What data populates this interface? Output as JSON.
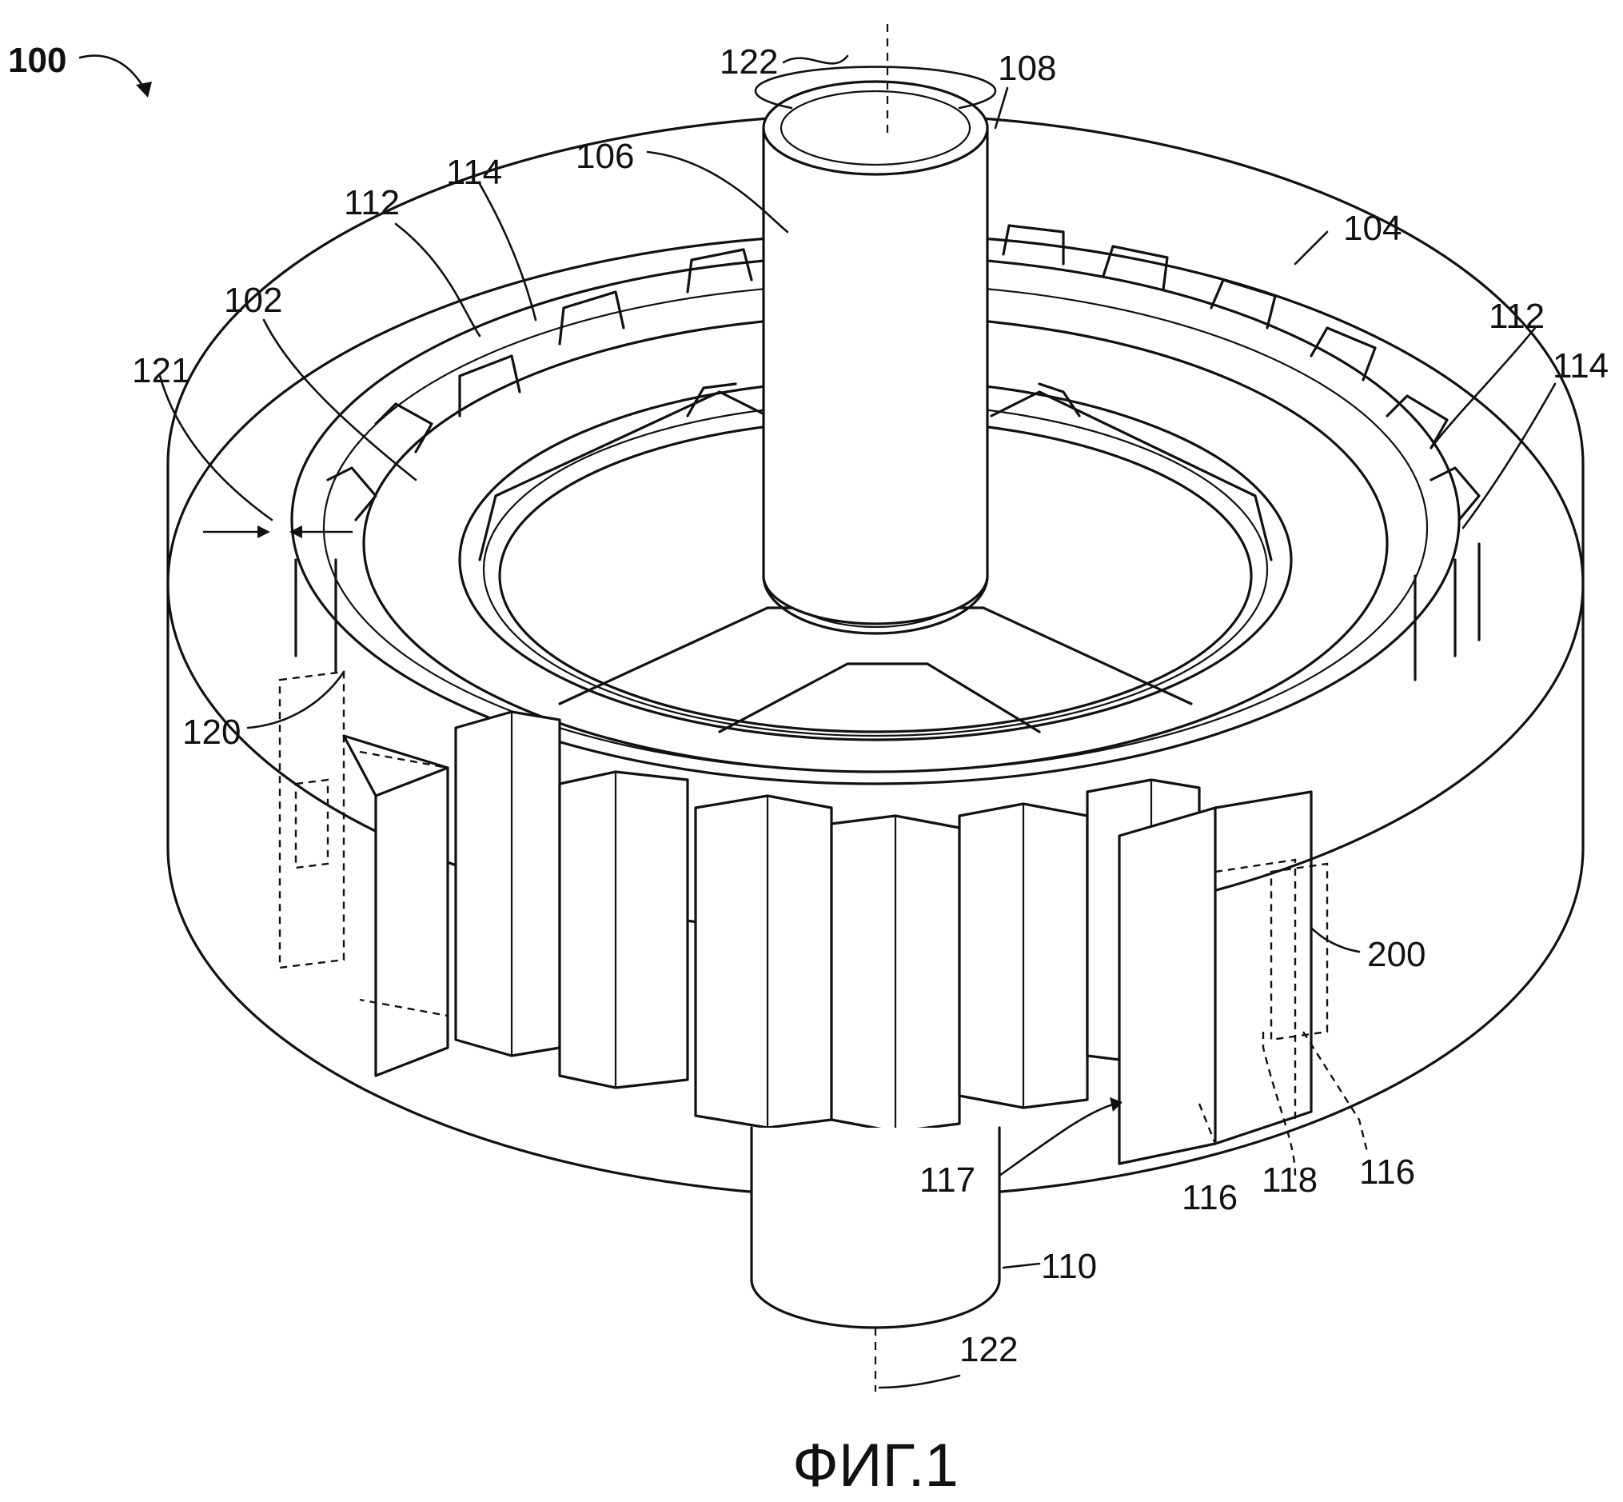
{
  "figure": {
    "caption": "ФИГ.1",
    "colors": {
      "ink": "#111111",
      "paper": "#ffffff"
    },
    "labels": {
      "assembly": "100",
      "stator": "102",
      "housing": "104",
      "shaft_top": "106",
      "shaft_top_end": "108",
      "shaft_bottom": "110",
      "tooth_left": "112",
      "slot_left": "114",
      "tooth_right": "112",
      "slot_right": "114",
      "seg_116_a": "116",
      "seg_117": "117",
      "seg_118": "118",
      "seg_116_b": "116",
      "sensor_left": "120",
      "gap": "121",
      "axis_top": "122",
      "axis_bottom": "122",
      "sensor_right": "200"
    }
  }
}
